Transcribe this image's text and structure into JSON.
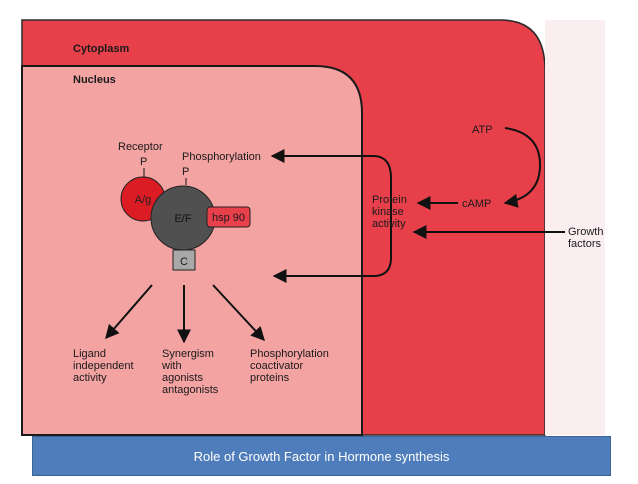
{
  "diagram": {
    "compartments": {
      "cytoplasm": "Cytoplasm",
      "nucleus": "Nucleus"
    },
    "molecules": {
      "receptor_label": "Receptor",
      "p_receptor": "P",
      "p_ef": "P",
      "ag": "A/g",
      "ef": "E/F",
      "hsp90": "hsp 90",
      "c": "C"
    },
    "labels": {
      "phosphorylation": "Phosphorylation",
      "atp": "ATP",
      "camp": "cAMP",
      "pka": [
        "Protein",
        "kinase",
        "activity"
      ],
      "growth_factors": [
        "Growth",
        "factors"
      ]
    },
    "outcomes": {
      "ligand": [
        "Ligand",
        "independent",
        "activity"
      ],
      "synergism": [
        "Synergism",
        "with",
        "agonists",
        "antagonists"
      ],
      "phospho": [
        "Phosphorylation",
        "coactivator",
        "proteins"
      ]
    },
    "colors": {
      "cytoplasm": "#e8404b",
      "nucleus": "#f4a3a3",
      "receptor": "#dc1c24",
      "ef_body": "#505050",
      "hsp": "#e8404b",
      "c_box": "#a8a8a8",
      "caption_bg": "#4f7dbb"
    }
  },
  "caption": "Role of Growth Factor in Hormone synthesis"
}
